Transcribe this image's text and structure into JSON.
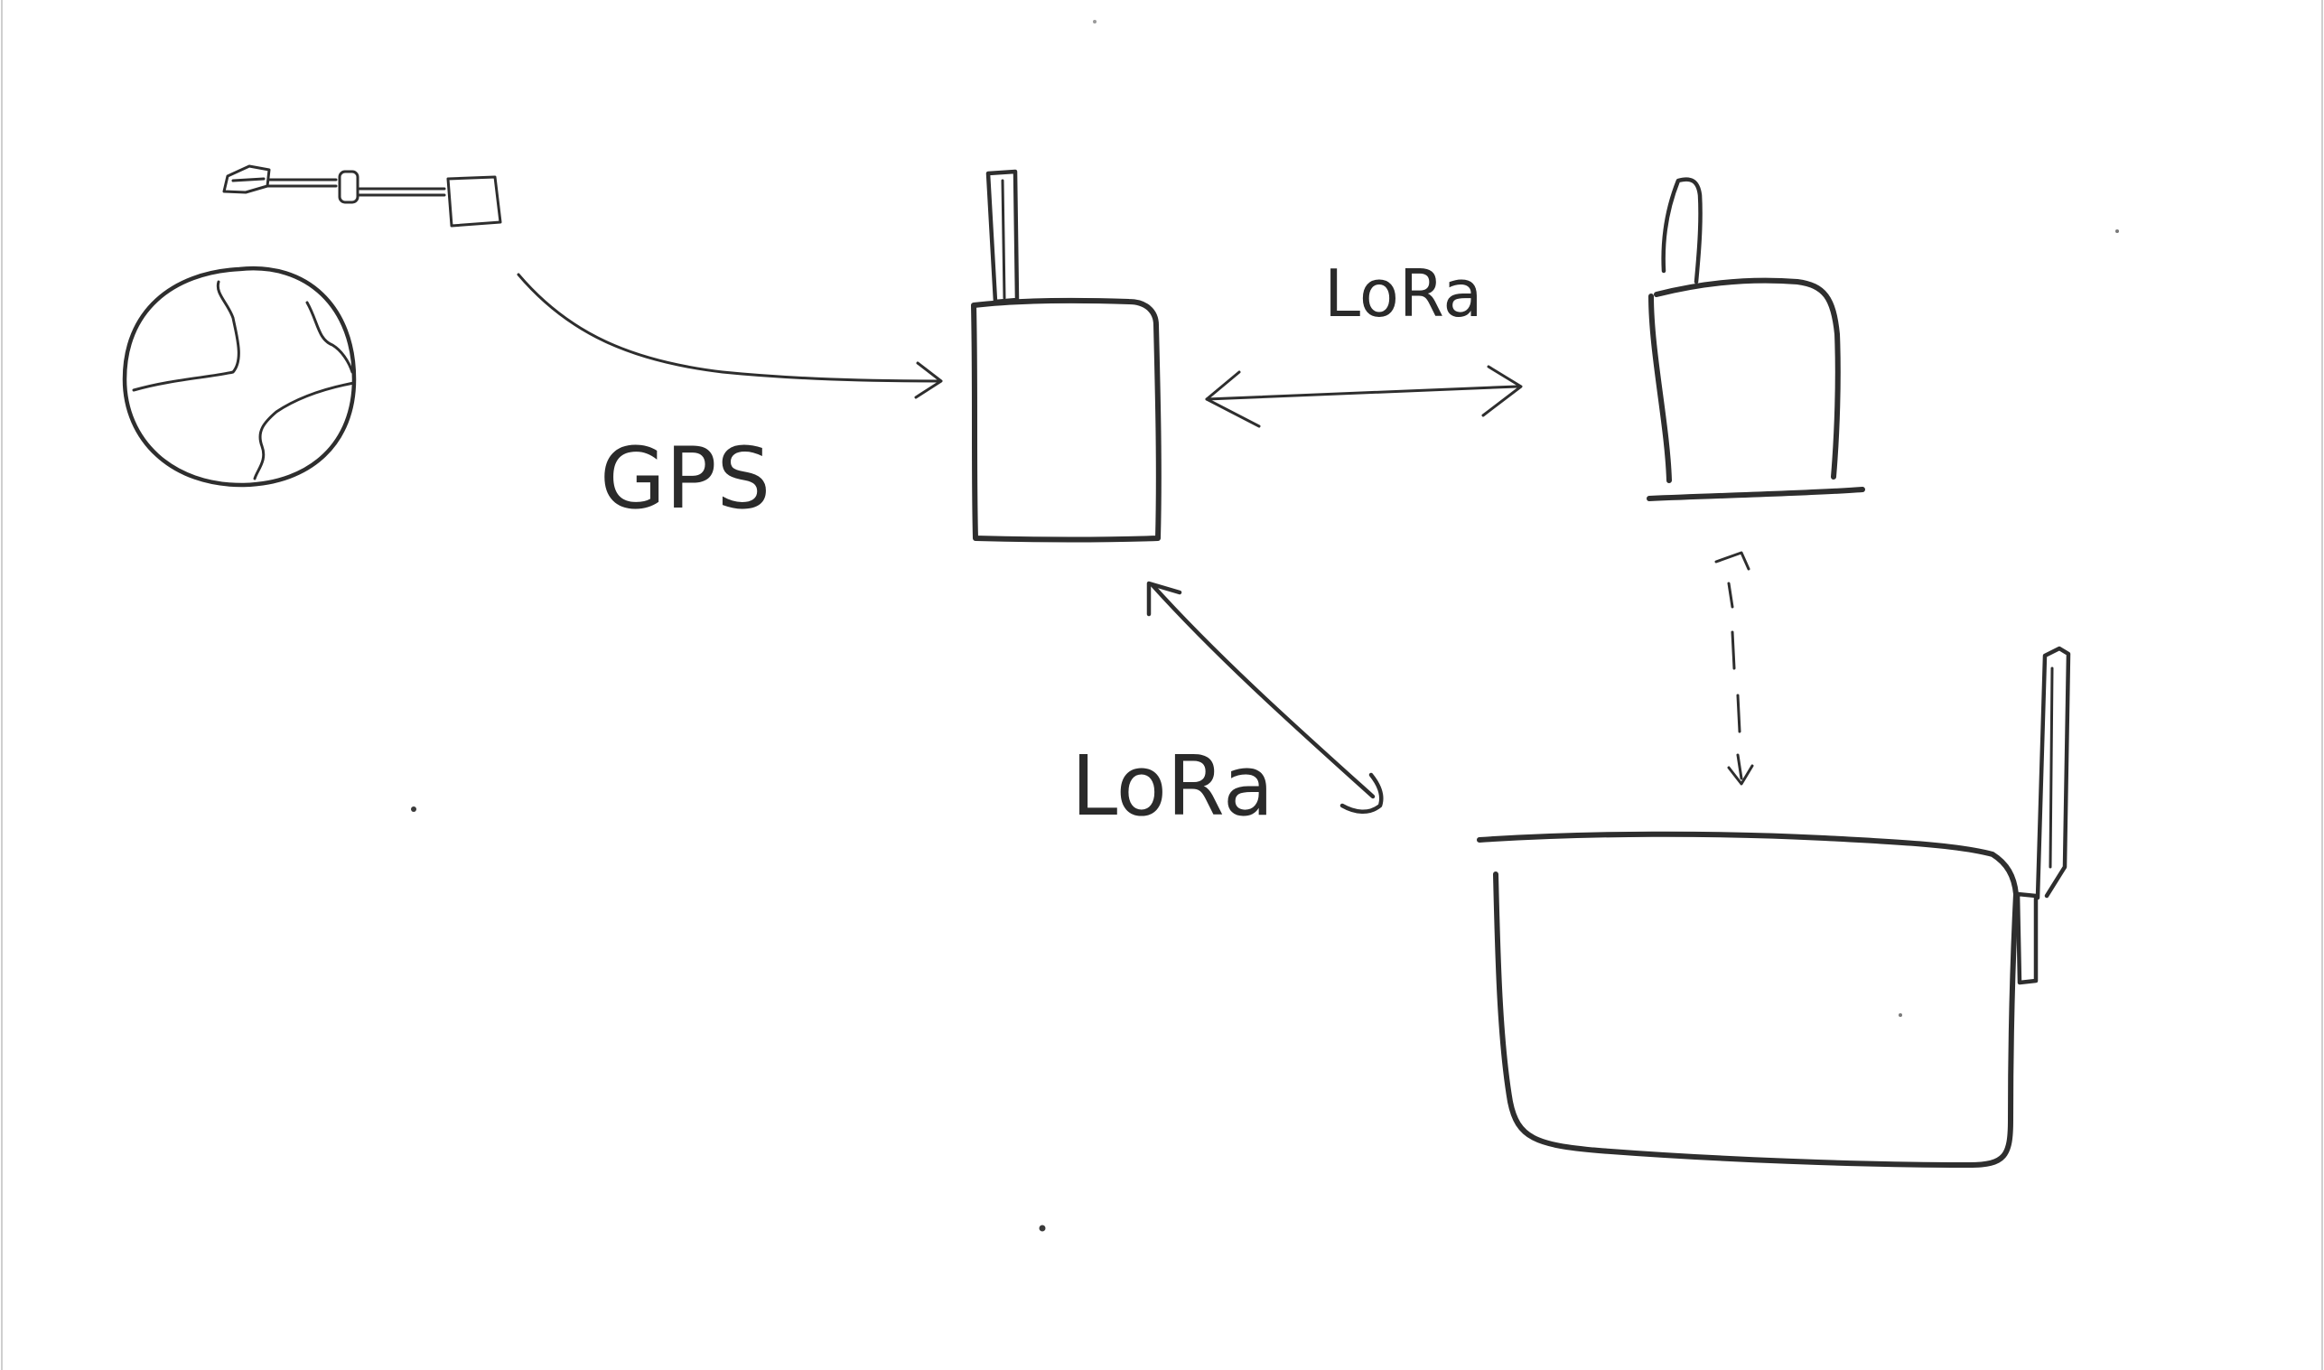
{
  "diagram": {
    "labels": {
      "gps": "GPS",
      "lora_top": "LoRa",
      "lora_bottom": "LoRa"
    },
    "colors": {
      "ink": "#2e2e2e",
      "paper": "#ffffff"
    },
    "icons": {
      "satellite": "satellite-icon",
      "earth": "earth-icon",
      "tracker": "tracker-device-icon",
      "node": "lora-node-icon",
      "gateway": "gateway-icon"
    }
  }
}
